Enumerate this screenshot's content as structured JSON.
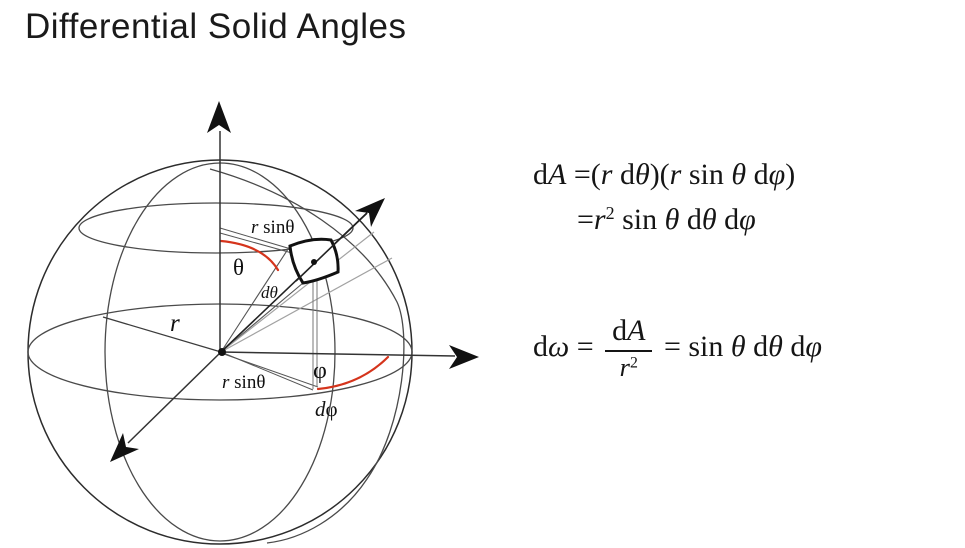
{
  "title": "Differential Solid Angles",
  "colors": {
    "accent_red": "#d5341c",
    "line": "#3c3c3c",
    "text": "#151515"
  },
  "diagram": {
    "labels": {
      "r_sin_theta_top": {
        "r": "r",
        "rest": " sinθ"
      },
      "theta": "θ",
      "d_theta": {
        "d": "dθ",
        "rest": ""
      },
      "r": "r",
      "phi": "φ",
      "r_sin_theta_bottom": {
        "r": "r",
        "rest": " sinθ"
      },
      "d_phi": {
        "d": "d",
        "rest": "φ"
      }
    }
  },
  "equations": {
    "line1": [
      [
        "rm",
        "d"
      ],
      [
        "it",
        "A"
      ],
      [
        "rm",
        " =("
      ],
      [
        "it",
        "r"
      ],
      [
        "rm",
        " d"
      ],
      [
        "it",
        "θ"
      ],
      [
        "rm",
        ")("
      ],
      [
        "it",
        "r"
      ],
      [
        "rm",
        " sin "
      ],
      [
        "it",
        "θ"
      ],
      [
        "rm",
        " d"
      ],
      [
        "it",
        "φ"
      ],
      [
        "rm",
        ")"
      ]
    ],
    "line2": [
      [
        "rm",
        "="
      ],
      [
        "it",
        "r"
      ],
      [
        "sup",
        "2"
      ],
      [
        "rm",
        " sin "
      ],
      [
        "it",
        "θ"
      ],
      [
        "rm",
        " d"
      ],
      [
        "it",
        "θ"
      ],
      [
        "rm",
        " d"
      ],
      [
        "it",
        "φ"
      ]
    ],
    "eq2_left": [
      [
        "rm",
        "d"
      ],
      [
        "it",
        "ω"
      ],
      [
        "rm",
        " = "
      ]
    ],
    "eq2_num": [
      [
        "rm",
        "d"
      ],
      [
        "it",
        "A"
      ]
    ],
    "eq2_den": [
      [
        "it",
        "r"
      ],
      [
        "sup",
        "2"
      ]
    ],
    "eq2_right": [
      [
        "rm",
        " = sin "
      ],
      [
        "it",
        "θ"
      ],
      [
        "rm",
        " d"
      ],
      [
        "it",
        "θ"
      ],
      [
        "rm",
        " d"
      ],
      [
        "it",
        "φ"
      ]
    ]
  }
}
